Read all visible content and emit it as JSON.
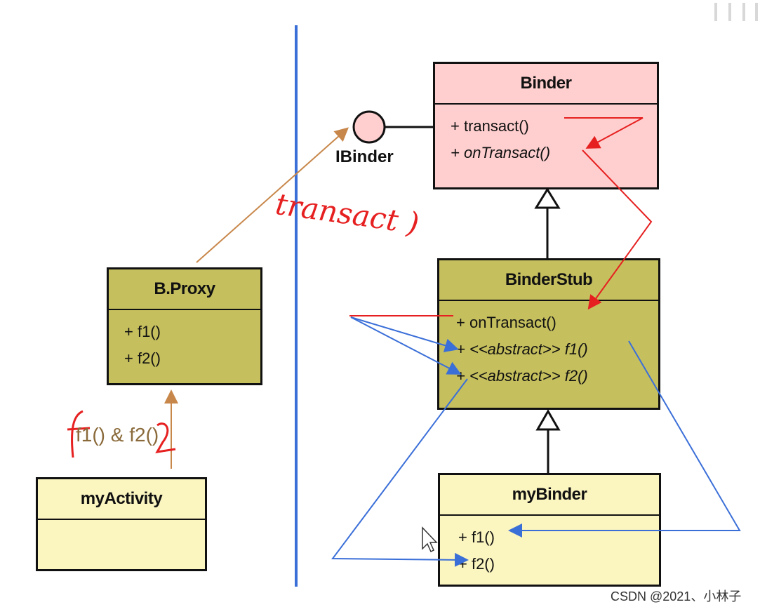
{
  "classes": {
    "binder": {
      "name": "Binder",
      "ops": [
        "+ transact()",
        "+ onTransact()"
      ]
    },
    "binder_stub": {
      "name": "BinderStub",
      "ops": [
        "+ onTransact()",
        "+ <<abstract>> f1()",
        "+ <<abstract>> f2()"
      ]
    },
    "my_binder": {
      "name": "myBinder",
      "ops": [
        "+ f1()",
        "+ f2()"
      ]
    },
    "b_proxy": {
      "name": "B.Proxy",
      "ops": [
        "+ f1()",
        "+ f2()"
      ]
    },
    "my_activity": {
      "name": "myActivity"
    }
  },
  "interface": {
    "name": "IBinder"
  },
  "annotations": {
    "call_label": "f1() & f2()",
    "handwritten_note": "transact )"
  },
  "watermark": "CSDN @2021、小林子",
  "colors": {
    "binder_fill": "#ffcfcf",
    "stub_fill": "#c5bf5e",
    "cream_fill": "#fbf5c0",
    "divider_blue": "#3b6fd8",
    "red_ink": "#e62020",
    "blue_ink": "#3b6fd8",
    "brown_ink": "#c8874a"
  }
}
